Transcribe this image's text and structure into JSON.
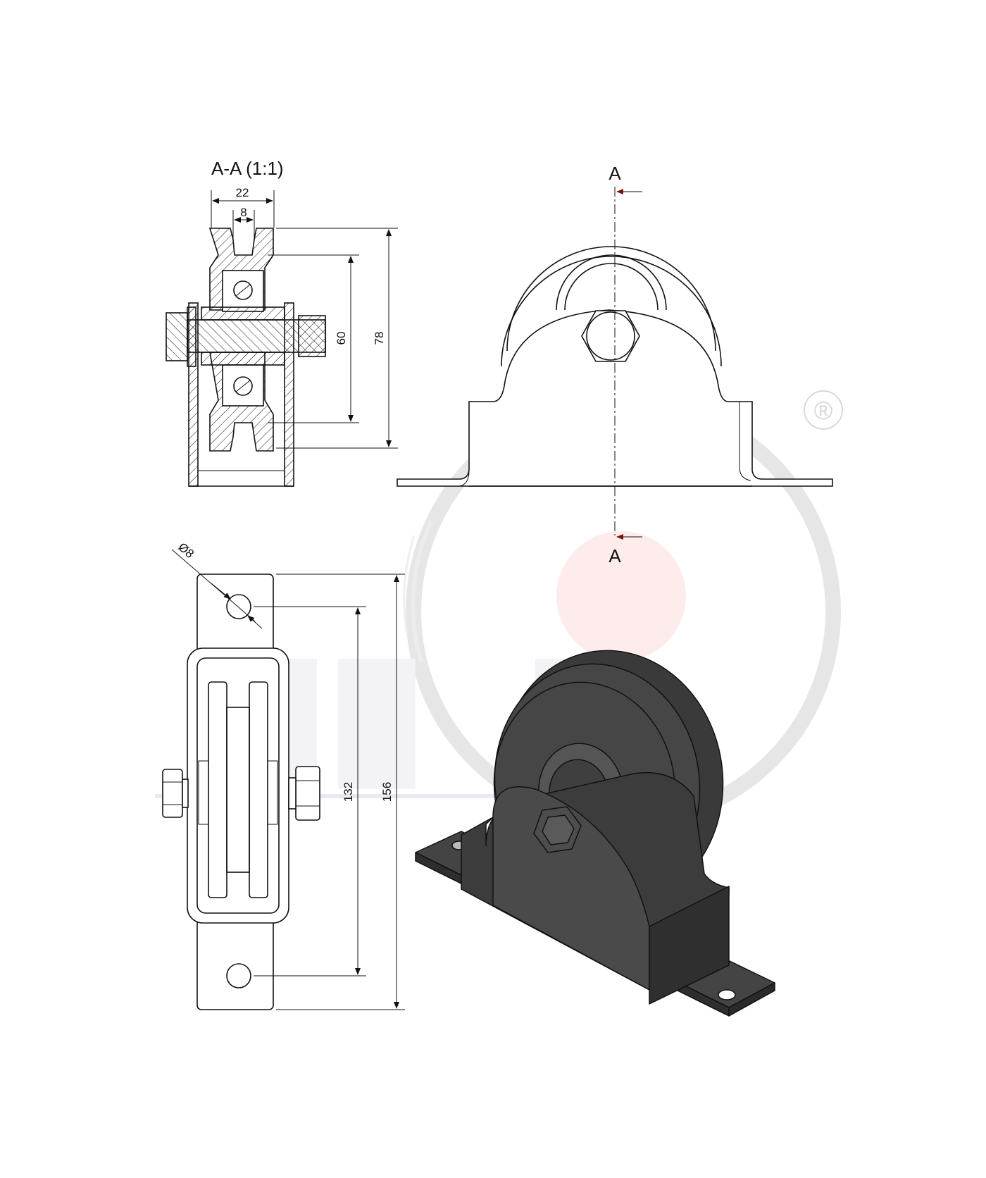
{
  "section_view": {
    "title": "A-A (1:1)"
  },
  "dimensions": {
    "width_total": "22",
    "width_groove": "8",
    "inner_height": "60",
    "outer_height": "78",
    "hole_diameter": "Ø8",
    "hole_spacing": "132",
    "plate_length": "156"
  },
  "section_marks": {
    "top": "A",
    "bottom": "A"
  },
  "watermark": {
    "registered_mark": "®"
  },
  "colors": {
    "line": "#111111",
    "part_fill_3d": "#3c3c3c",
    "watermark_ring": "#e3e3e3",
    "watermark_dot": "#fdeceb",
    "section_arrow": "#7a1010"
  }
}
